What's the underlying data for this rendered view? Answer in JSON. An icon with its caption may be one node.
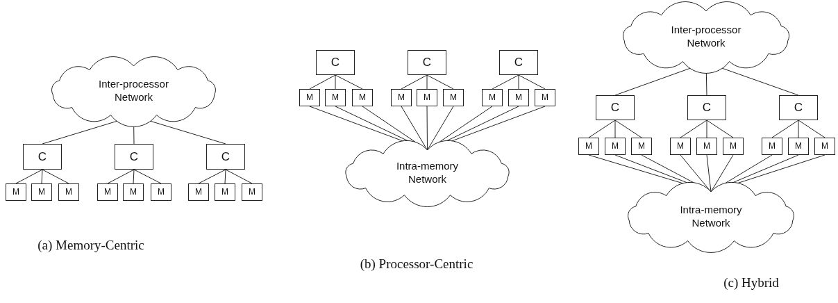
{
  "diagram": {
    "nodes": [
      {
        "text": [
          "Inter-processor Network"
        ]
      },
      {
        "text": [
          "C"
        ]
      },
      {
        "text": [
          "C"
        ]
      },
      {
        "text": [
          "C"
        ]
      },
      {
        "text": [
          "M"
        ]
      },
      {
        "text": [
          "M"
        ]
      },
      {
        "text": [
          "M"
        ]
      },
      {
        "text": [
          "M"
        ]
      },
      {
        "text": [
          "M"
        ]
      },
      {
        "text": [
          "M"
        ]
      },
      {
        "text": [
          "M"
        ]
      },
      {
        "text": [
          "M"
        ]
      },
      {
        "text": [
          "M"
        ]
      },
      {
        "text": [
          "C"
        ]
      },
      {
        "text": [
          "C"
        ]
      },
      {
        "text": [
          "C"
        ]
      },
      {
        "text": [
          "M"
        ]
      },
      {
        "text": [
          "M"
        ]
      },
      {
        "text": [
          "M"
        ]
      },
      {
        "text": [
          "M"
        ]
      },
      {
        "text": [
          "M"
        ]
      },
      {
        "text": [
          "M"
        ]
      },
      {
        "text": [
          "M"
        ]
      },
      {
        "text": [
          "M"
        ]
      },
      {
        "text": [
          "M"
        ]
      },
      {
        "text": [
          "Intra-memory Network"
        ]
      },
      {
        "text": [
          "Inter-processor Network"
        ]
      },
      {
        "text": [
          "C"
        ]
      },
      {
        "text": [
          "C"
        ]
      },
      {
        "text": [
          "C"
        ]
      },
      {
        "text": [
          "M"
        ]
      },
      {
        "text": [
          "M"
        ]
      },
      {
        "text": [
          "M"
        ]
      },
      {
        "text": [
          "M"
        ]
      },
      {
        "text": [
          "M"
        ]
      },
      {
        "text": [
          "M"
        ]
      },
      {
        "text": [
          "M"
        ]
      },
      {
        "text": [
          "M"
        ]
      },
      {
        "text": [
          "M"
        ]
      },
      {
        "text": [
          "Intra-memory Network"
        ]
      }
    ],
    "edges": [
      {
        "from": 0,
        "to": 1,
        "arrow": "none"
      },
      {
        "from": 0,
        "to": 2,
        "arrow": "none"
      },
      {
        "from": 0,
        "to": 3,
        "arrow": "none"
      },
      {
        "from": 1,
        "to": 4,
        "arrow": "none"
      },
      {
        "from": 1,
        "to": 5,
        "arrow": "none"
      },
      {
        "from": 1,
        "to": 6,
        "arrow": "none"
      },
      {
        "from": 2,
        "to": 7,
        "arrow": "none"
      },
      {
        "from": 2,
        "to": 8,
        "arrow": "none"
      },
      {
        "from": 2,
        "to": 9,
        "arrow": "none"
      },
      {
        "from": 3,
        "to": 10,
        "arrow": "none"
      },
      {
        "from": 3,
        "to": 11,
        "arrow": "none"
      },
      {
        "from": 3,
        "to": 12,
        "arrow": "none"
      },
      {
        "from": 13,
        "to": 16,
        "arrow": "none"
      },
      {
        "from": 13,
        "to": 17,
        "arrow": "none"
      },
      {
        "from": 13,
        "to": 18,
        "arrow": "none"
      },
      {
        "from": 14,
        "to": 19,
        "arrow": "none"
      },
      {
        "from": 14,
        "to": 20,
        "arrow": "none"
      },
      {
        "from": 14,
        "to": 21,
        "arrow": "none"
      },
      {
        "from": 15,
        "to": 22,
        "arrow": "none"
      },
      {
        "from": 15,
        "to": 23,
        "arrow": "none"
      },
      {
        "from": 15,
        "to": 24,
        "arrow": "none"
      },
      {
        "from": 16,
        "to": 25,
        "arrow": "none"
      },
      {
        "from": 17,
        "to": 25,
        "arrow": "none"
      },
      {
        "from": 18,
        "to": 25,
        "arrow": "none"
      },
      {
        "from": 19,
        "to": 25,
        "arrow": "none"
      },
      {
        "from": 20,
        "to": 25,
        "arrow": "none"
      },
      {
        "from": 21,
        "to": 25,
        "arrow": "none"
      },
      {
        "from": 22,
        "to": 25,
        "arrow": "none"
      },
      {
        "from": 23,
        "to": 25,
        "arrow": "none"
      },
      {
        "from": 24,
        "to": 25,
        "arrow": "none"
      },
      {
        "from": 26,
        "to": 27,
        "arrow": "none"
      },
      {
        "from": 26,
        "to": 28,
        "arrow": "none"
      },
      {
        "from": 26,
        "to": 29,
        "arrow": "none"
      },
      {
        "from": 27,
        "to": 30,
        "arrow": "none"
      },
      {
        "from": 27,
        "to": 31,
        "arrow": "none"
      },
      {
        "from": 27,
        "to": 32,
        "arrow": "none"
      },
      {
        "from": 28,
        "to": 33,
        "arrow": "none"
      },
      {
        "from": 28,
        "to": 34,
        "arrow": "none"
      },
      {
        "from": 28,
        "to": 35,
        "arrow": "none"
      },
      {
        "from": 29,
        "to": 36,
        "arrow": "none"
      },
      {
        "from": 29,
        "to": 37,
        "arrow": "none"
      },
      {
        "from": 29,
        "to": 38,
        "arrow": "none"
      },
      {
        "from": 30,
        "to": 39,
        "arrow": "none"
      },
      {
        "from": 31,
        "to": 39,
        "arrow": "none"
      },
      {
        "from": 32,
        "to": 39,
        "arrow": "none"
      },
      {
        "from": 33,
        "to": 39,
        "arrow": "none"
      },
      {
        "from": 34,
        "to": 39,
        "arrow": "none"
      },
      {
        "from": 35,
        "to": 39,
        "arrow": "none"
      },
      {
        "from": 36,
        "to": 39,
        "arrow": "none"
      },
      {
        "from": 37,
        "to": 39,
        "arrow": "none"
      },
      {
        "from": 38,
        "to": 39,
        "arrow": "none"
      }
    ],
    "labels": [
      "(a) Memory-Centric",
      "(b) Processor-Centric",
      "(c) Hybrid"
    ]
  }
}
